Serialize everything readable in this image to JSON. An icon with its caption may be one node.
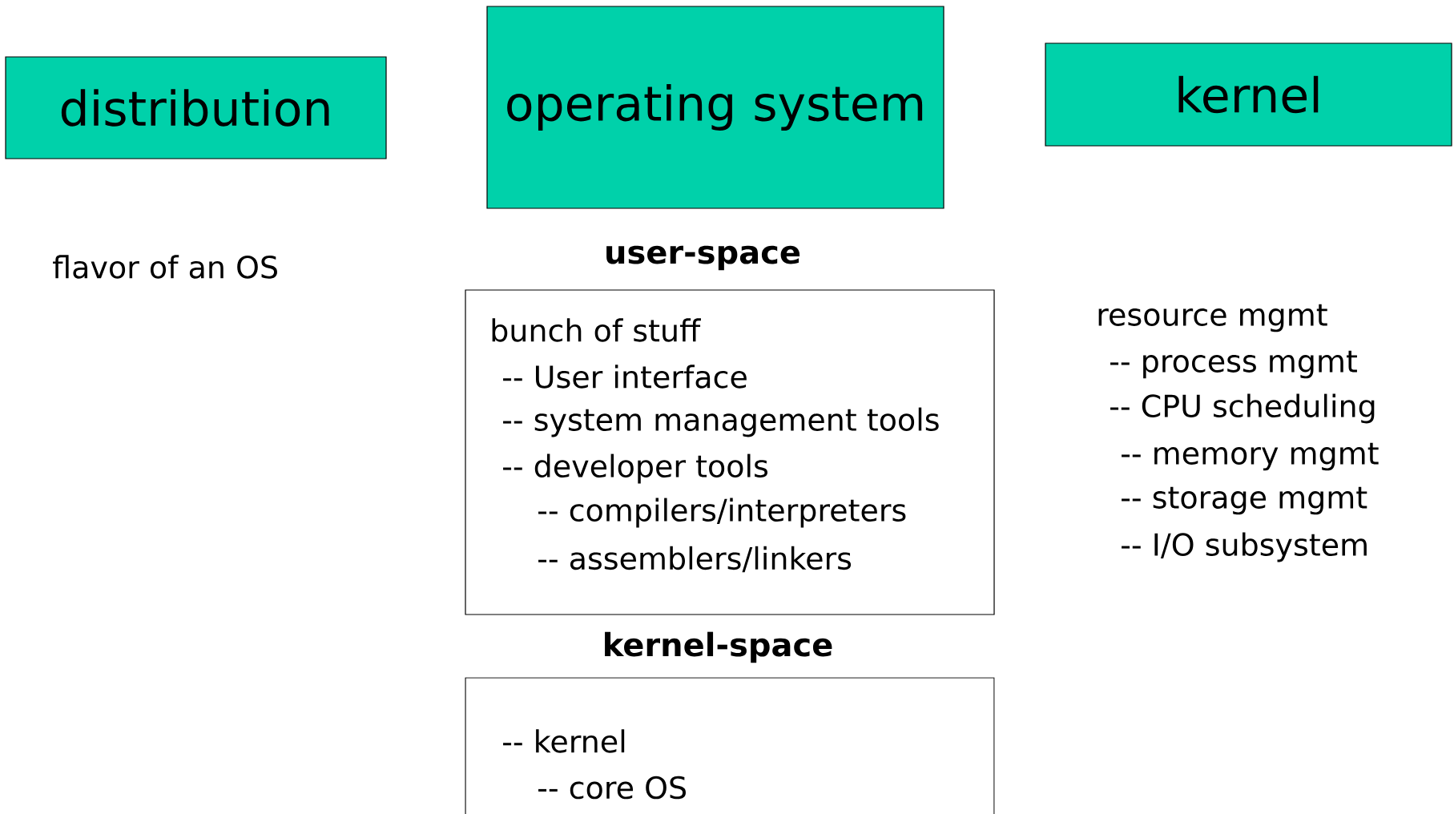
{
  "diagram": {
    "nodes": [
      {
        "text": [
          "distribution"
        ]
      },
      {
        "text": [
          "operating system"
        ]
      },
      {
        "text": [
          "kernel"
        ]
      },
      {
        "text": [
          "user-space",
          "bunch of stuff",
          "-- User interface",
          "-- system management tools",
          "-- developer tools",
          "-- compilers/interpreters",
          "-- assemblers/linkers"
        ]
      },
      {
        "text": [
          "kernel-space",
          "-- kernel",
          "-- core OS"
        ]
      }
    ],
    "edges": [],
    "labels": [
      "flavor of an OS",
      "resource mgmt",
      "-- process mgmt",
      "-- CPU scheduling",
      "-- memory mgmt",
      "-- storage mgmt",
      "-- I/O subsystem"
    ]
  }
}
